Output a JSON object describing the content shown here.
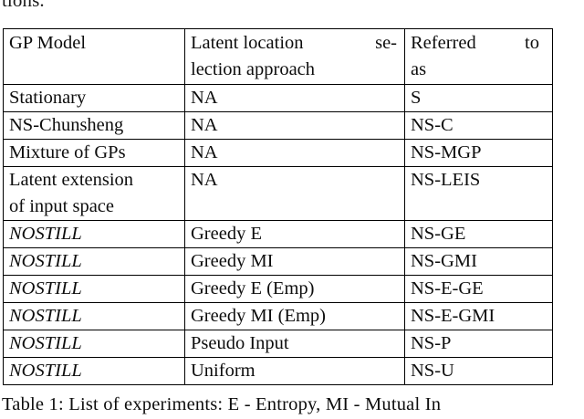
{
  "page": {
    "truncated_paragraph_tail": "tions."
  },
  "table": {
    "columns": [
      "GP Model",
      "Latent location selection approach",
      "Referred to as"
    ],
    "header_lines": [
      [
        "GP Model",
        ""
      ],
      [
        "Latent location se-",
        "lection approach"
      ],
      [
        "Referred   to",
        "as"
      ]
    ],
    "header_col1_line1": "GP Model",
    "header_col2_line1_a": "Latent location",
    "header_col2_line1_b": "se-",
    "header_col2_line2": "lection approach",
    "header_col3_line1_a": "Referred",
    "header_col3_line1_b": "to",
    "header_col3_line2": "as",
    "rows": [
      {
        "model": "Stationary",
        "model_line2": "",
        "approach": "NA",
        "referred_as": "S"
      },
      {
        "model": "NS-Chunsheng",
        "model_line2": "",
        "approach": "NA",
        "referred_as": "NS-C"
      },
      {
        "model": "Mixture of GPs",
        "model_line2": "",
        "approach": "NA",
        "referred_as": "NS-MGP"
      },
      {
        "model": "Latent extension",
        "model_line2": "of input space",
        "approach": "NA",
        "referred_as": "NS-LEIS"
      },
      {
        "model": "NOSTILL",
        "model_line2": "",
        "approach": "Greedy E",
        "referred_as": "NS-GE"
      },
      {
        "model": "NOSTILL",
        "model_line2": "",
        "approach": "Greedy MI",
        "referred_as": "NS-GMI"
      },
      {
        "model": "NOSTILL",
        "model_line2": "",
        "approach": "Greedy E (Emp)",
        "referred_as": "NS-E-GE"
      },
      {
        "model": "NOSTILL",
        "model_line2": "",
        "approach": "Greedy MI (Emp)",
        "referred_as": "NS-E-GMI"
      },
      {
        "model": "NOSTILL",
        "model_line2": "",
        "approach": "Pseudo Input",
        "referred_as": "NS-P"
      },
      {
        "model": "NOSTILL",
        "model_line2": "",
        "approach": "Uniform",
        "referred_as": "NS-U"
      }
    ]
  },
  "caption": {
    "text": "Table 1: List of experiments: E - Entropy, MI - Mutual In"
  },
  "colors": {
    "text": "#0d0d0d",
    "border": "#000000",
    "background": "#ffffff"
  }
}
